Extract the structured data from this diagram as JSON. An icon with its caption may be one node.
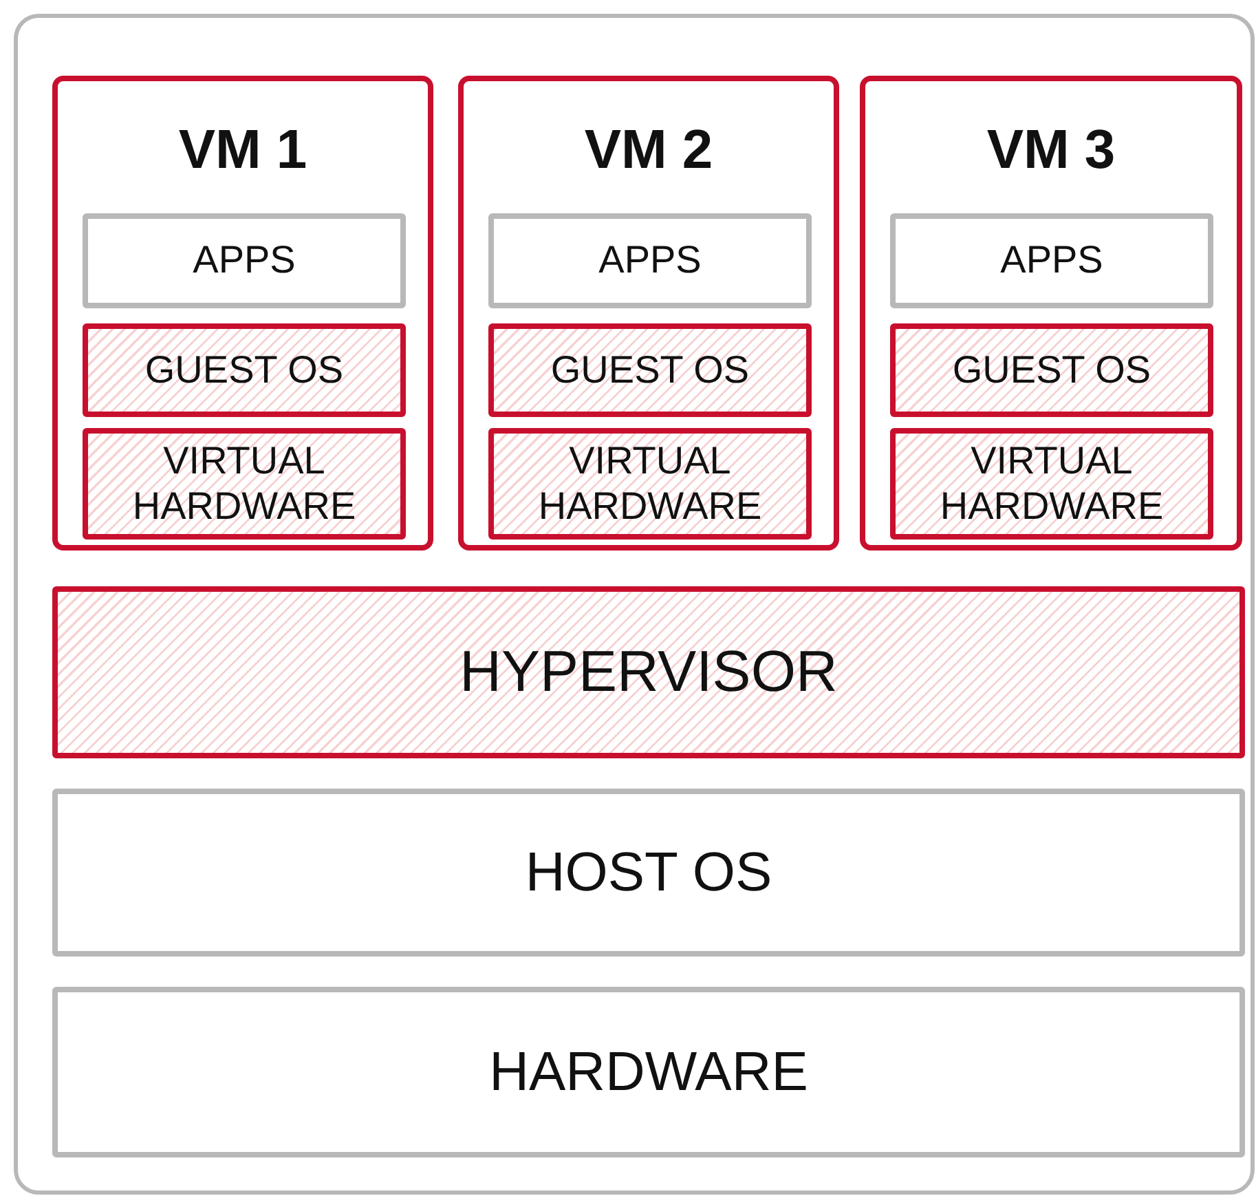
{
  "diagram": {
    "nodes": [
      {
        "text": [],
        "shape": "box"
      },
      {
        "text": [
          "VM 1"
        ],
        "in": 0
      },
      {
        "text": [
          "APPS"
        ],
        "in": 1
      },
      {
        "text": [
          "GUEST OS"
        ],
        "in": 1
      },
      {
        "text": [
          "VIRTUAL HARDWARE"
        ],
        "in": 1
      },
      {
        "text": [
          "VM 2"
        ],
        "in": 0
      },
      {
        "text": [
          "APPS"
        ],
        "in": 5
      },
      {
        "text": [
          "GUEST OS"
        ],
        "in": 5
      },
      {
        "text": [
          "VIRTUAL HARDWARE"
        ],
        "in": 5
      },
      {
        "text": [
          "VM 3"
        ],
        "in": 0
      },
      {
        "text": [
          "APPS"
        ],
        "in": 9
      },
      {
        "text": [
          "GUEST OS"
        ],
        "in": 9
      },
      {
        "text": [
          "VIRTUAL HARDWARE"
        ],
        "in": 9
      },
      {
        "text": [
          "HYPERVISOR"
        ],
        "in": 0
      },
      {
        "text": [
          "HOST OS"
        ],
        "in": 0
      },
      {
        "text": [
          "HARDWARE"
        ],
        "in": 0
      }
    ]
  }
}
